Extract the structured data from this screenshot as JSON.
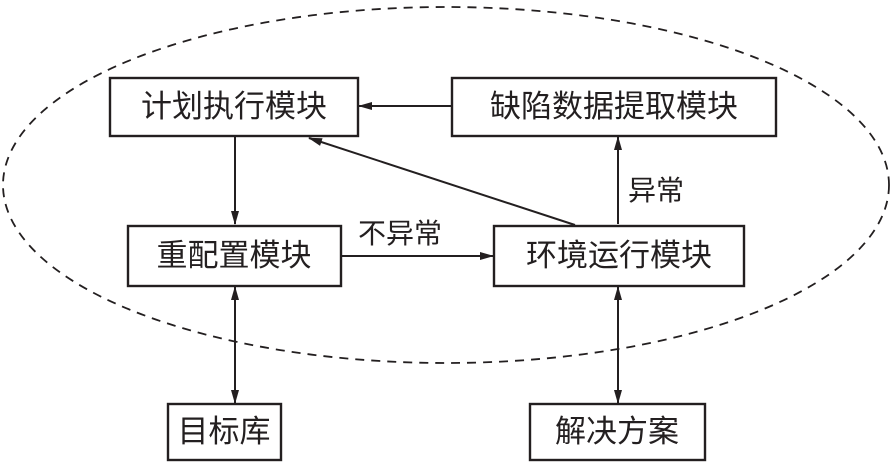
{
  "diagram": {
    "type": "flow",
    "boundary": {
      "style": "dashed-ellipse",
      "encloses": [
        "plan_exec",
        "defect_extract",
        "reconfig",
        "env_run"
      ]
    },
    "nodes": {
      "plan_exec": {
        "label": "计划执行模块"
      },
      "defect_extract": {
        "label": "缺陷数据提取模块"
      },
      "reconfig": {
        "label": "重配置模块"
      },
      "env_run": {
        "label": "环境运行模块"
      },
      "target_lib": {
        "label": "目标库"
      },
      "solution": {
        "label": "解决方案"
      }
    },
    "edges": [
      {
        "from": "defect_extract",
        "to": "plan_exec",
        "label": "",
        "direction": "forward"
      },
      {
        "from": "plan_exec",
        "to": "reconfig",
        "label": "",
        "direction": "forward"
      },
      {
        "from": "reconfig",
        "to": "env_run",
        "label": "不异常",
        "direction": "forward"
      },
      {
        "from": "env_run",
        "to": "defect_extract",
        "label": "异常",
        "direction": "forward"
      },
      {
        "from": "env_run",
        "to": "plan_exec",
        "label": "",
        "direction": "forward"
      },
      {
        "from": "reconfig",
        "to": "target_lib",
        "label": "",
        "direction": "bidirectional"
      },
      {
        "from": "env_run",
        "to": "solution",
        "label": "",
        "direction": "bidirectional"
      }
    ],
    "edge_labels": {
      "not_abnormal": "不异常",
      "abnormal": "异常"
    },
    "colors": {
      "stroke": "#231f20",
      "background": "#ffffff"
    }
  }
}
